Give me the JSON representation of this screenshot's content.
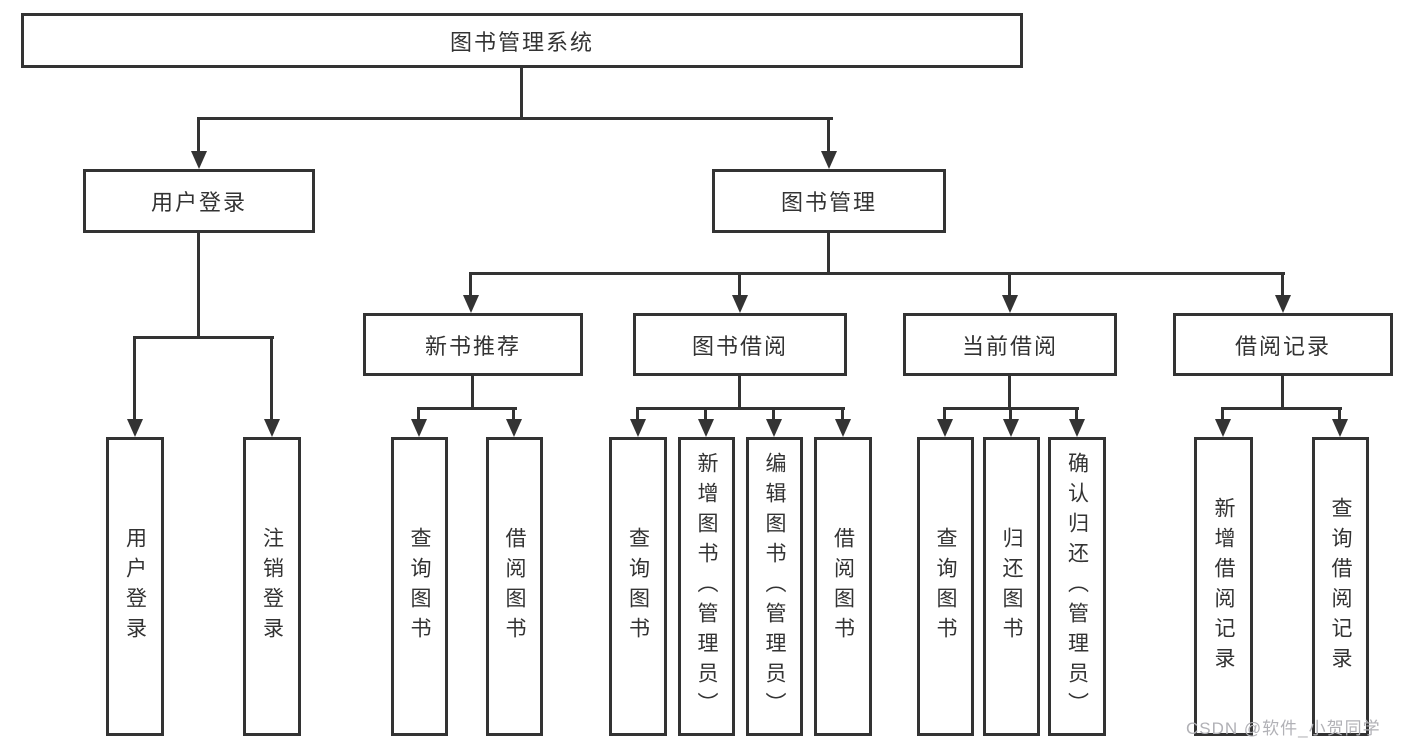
{
  "title": "图书管理系统",
  "nodes": {
    "root": {
      "label": "图书管理系统"
    },
    "user_login": {
      "label": "用户登录"
    },
    "book_mgmt": {
      "label": "图书管理"
    },
    "new_books": {
      "label": "新书推荐"
    },
    "book_borrow": {
      "label": "图书借阅"
    },
    "current_borrow": {
      "label": "当前借阅"
    },
    "borrow_records": {
      "label": "借阅记录"
    }
  },
  "leaves": {
    "user_login": [
      "用户登录",
      "注销登录"
    ],
    "new_books": [
      "查询图书",
      "借阅图书"
    ],
    "book_borrow": [
      "查询图书",
      "新增图书（管理员）",
      "编辑图书（管理员）",
      "借阅图书"
    ],
    "current_borrow": [
      "查询图书",
      "归还图书",
      "确认归还（管理员）"
    ],
    "borrow_records": [
      "新增借阅记录",
      "查询借阅记录"
    ]
  },
  "watermark": "CSDN @软件_小贺同学",
  "colors": {
    "line": "#333333",
    "text": "#333333",
    "background": "#ffffff",
    "watermark": "#b1b1b6"
  }
}
